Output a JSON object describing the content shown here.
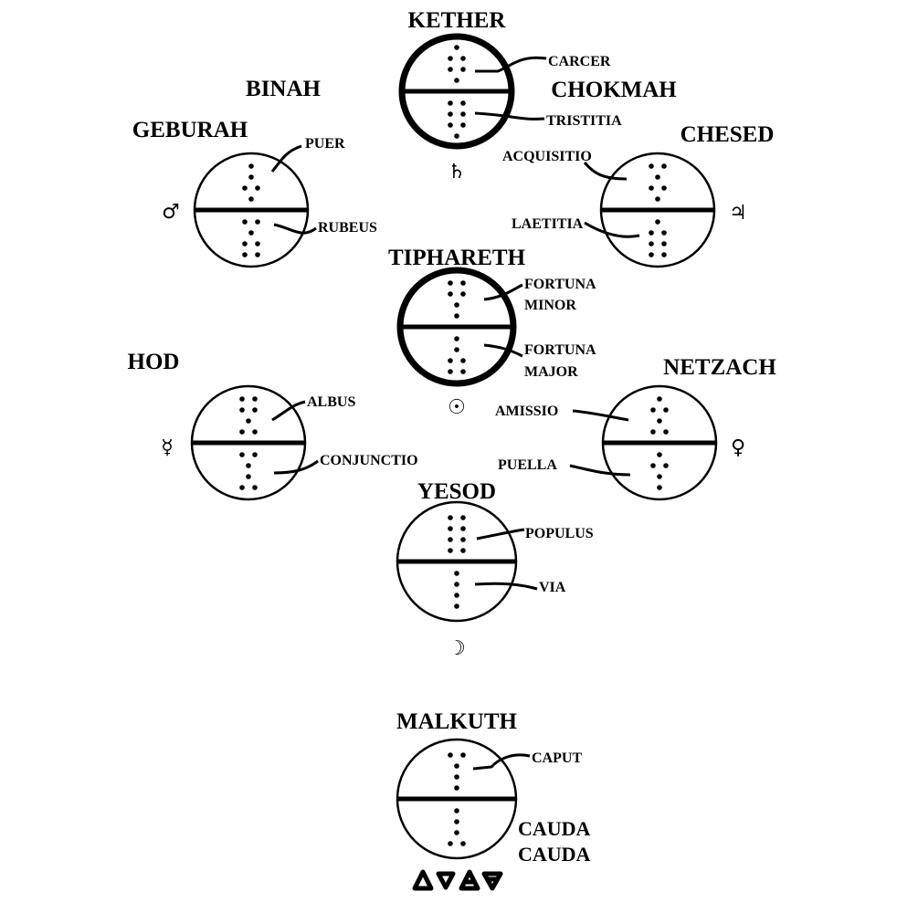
{
  "sephiroth": {
    "kether": {
      "name": "KETHER",
      "planet": "♄",
      "upper": {
        "name": "CARCER",
        "rows": [
          1,
          2,
          2,
          1
        ]
      },
      "lower": {
        "name": "TRISTITIA",
        "rows": [
          2,
          2,
          2,
          1
        ]
      }
    },
    "binah": {
      "name": "BINAH"
    },
    "chokmah": {
      "name": "CHOKMAH"
    },
    "geburah": {
      "name": "GEBURAH",
      "planet": "♂",
      "upper": {
        "name": "PUER",
        "rows": [
          1,
          1,
          2,
          1
        ]
      },
      "lower": {
        "name": "RUBEUS",
        "rows": [
          2,
          1,
          2,
          2
        ]
      }
    },
    "chesed": {
      "name": "CHESED",
      "planet": "♃",
      "upper": {
        "name": "ACQUISITIO",
        "rows": [
          2,
          1,
          2,
          1
        ]
      },
      "lower": {
        "name": "LAETITIA",
        "rows": [
          1,
          2,
          2,
          2
        ]
      }
    },
    "tiphareth": {
      "name": "TIPHARETH",
      "planet": "☉",
      "upper": {
        "name": "FORTUNA",
        "name2": "MINOR",
        "rows": [
          2,
          2,
          1,
          1
        ]
      },
      "lower": {
        "name": "FORTUNA",
        "name2": "MAJOR",
        "rows": [
          1,
          1,
          2,
          2
        ]
      }
    },
    "hod": {
      "name": "HOD",
      "planet": "☿",
      "upper": {
        "name": "ALBUS",
        "rows": [
          2,
          2,
          1,
          2
        ]
      },
      "lower": {
        "name": "CONJUNCTIO",
        "rows": [
          2,
          1,
          1,
          2
        ]
      }
    },
    "netzach": {
      "name": "NETZACH",
      "planet": "♀",
      "upper": {
        "name": "AMISSIO",
        "rows": [
          1,
          2,
          1,
          2
        ]
      },
      "lower": {
        "name": "PUELLA",
        "rows": [
          1,
          2,
          1,
          1
        ]
      }
    },
    "yesod": {
      "name": "YESOD",
      "planet": "☽",
      "upper": {
        "name": "POPULUS",
        "rows": [
          2,
          2,
          2,
          2
        ]
      },
      "lower": {
        "name": "VIA",
        "rows": [
          1,
          1,
          1,
          1
        ]
      }
    },
    "malkuth": {
      "name": "MALKUTH",
      "upper": {
        "name": "CAPUT",
        "rows": [
          2,
          1,
          1,
          1
        ]
      },
      "lower": {
        "name": "CAUDA",
        "name2": "CAUDA",
        "rows": [
          1,
          1,
          1,
          2
        ]
      },
      "elements": [
        "fire",
        "water",
        "air",
        "earth"
      ]
    }
  }
}
